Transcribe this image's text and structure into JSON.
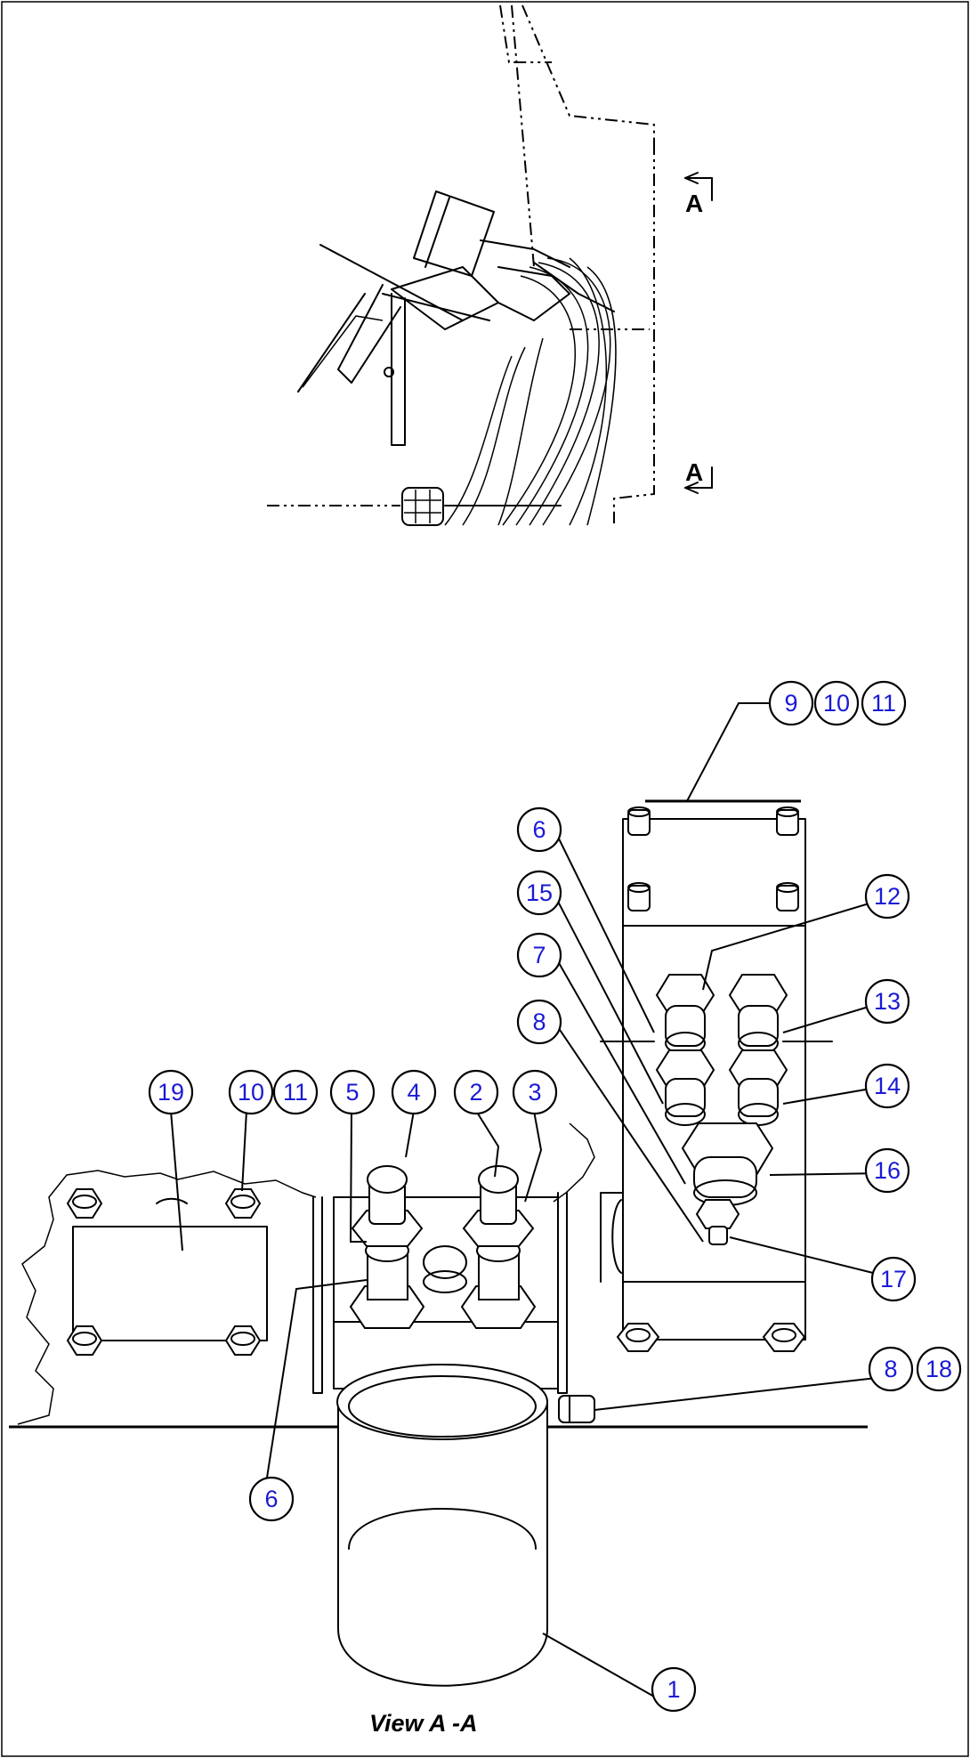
{
  "section_marks": [
    "A",
    "A"
  ],
  "view_label": "View A -A",
  "balloons": [
    {
      "id": "b-1",
      "label": "1"
    },
    {
      "id": "b-2",
      "label": "2"
    },
    {
      "id": "b-3",
      "label": "3"
    },
    {
      "id": "b-4",
      "label": "4"
    },
    {
      "id": "b-5",
      "label": "5"
    },
    {
      "id": "b-6a",
      "label": "6"
    },
    {
      "id": "b-6b",
      "label": "6"
    },
    {
      "id": "b-7",
      "label": "7"
    },
    {
      "id": "b-8a",
      "label": "8"
    },
    {
      "id": "b-8b",
      "label": "8"
    },
    {
      "id": "b-9",
      "label": "9"
    },
    {
      "id": "b-10a",
      "label": "10"
    },
    {
      "id": "b-10b",
      "label": "10"
    },
    {
      "id": "b-11a",
      "label": "11"
    },
    {
      "id": "b-11b",
      "label": "11"
    },
    {
      "id": "b-12",
      "label": "12"
    },
    {
      "id": "b-13",
      "label": "13"
    },
    {
      "id": "b-14",
      "label": "14"
    },
    {
      "id": "b-15",
      "label": "15"
    },
    {
      "id": "b-16",
      "label": "16"
    },
    {
      "id": "b-17",
      "label": "17"
    },
    {
      "id": "b-18",
      "label": "18"
    },
    {
      "id": "b-19",
      "label": "19"
    }
  ],
  "colors": {
    "balloon_text": "#1a1ad6",
    "line": "#000000",
    "background": "#ffffff"
  }
}
